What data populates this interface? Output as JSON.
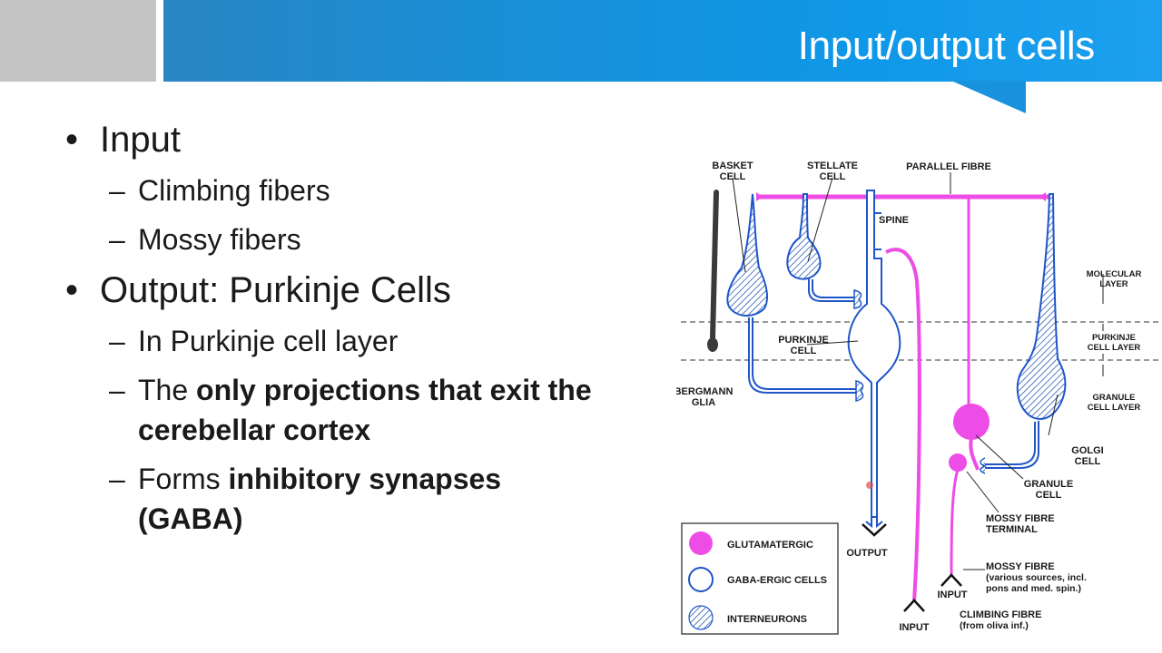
{
  "slide": {
    "title": "Input/output cells",
    "bullets": [
      {
        "text": "Input",
        "children": [
          "Climbing fibers",
          "Mossy fibers"
        ]
      },
      {
        "text": "Output: Purkinje Cells"
      }
    ],
    "sub_output": {
      "layer": "In Purkinje cell layer",
      "proj_pre": "The ",
      "proj_bold1": "only projections that exit the",
      "proj_bold2": "cerebellar cortex",
      "inhib_pre": "Forms ",
      "inhib_bold1": "inhibitory synapses",
      "inhib_bold2": "(GABA)"
    }
  },
  "diagram": {
    "labels": {
      "basket_1": "BASKET",
      "basket_2": "CELL",
      "stellate_1": "STELLATE",
      "stellate_2": "CELL",
      "parallel": "PARALLEL FIBRE",
      "spine": "SPINE",
      "molecular_1": "MOLECULAR",
      "molecular_2": "LAYER",
      "purkinje_layer_1": "PURKINJE",
      "purkinje_layer_2": "CELL LAYER",
      "granule_layer_1": "GRANULE",
      "granule_layer_2": "CELL LAYER",
      "purkinje_cell_1": "PURKINJE",
      "purkinje_cell_2": "CELL",
      "bergmann_1": "BERGMANN",
      "bergmann_2": "GLIA",
      "golgi_1": "GOLGI",
      "golgi_2": "CELL",
      "granule_cell_1": "GRANULE",
      "granule_cell_2": "CELL",
      "mft_1": "MOSSY FIBRE",
      "mft_2": "TERMINAL",
      "output": "OUTPUT",
      "input_mossy": "INPUT",
      "input_climbing": "INPUT",
      "mossy_1": "MOSSY FIBRE",
      "mossy_2": "(various sources, incl.",
      "mossy_3": "pons and med. spin.)",
      "climbing_1": "CLIMBING FIBRE",
      "climbing_2": "(from oliva inf.)"
    },
    "legend": {
      "glut": "GLUTAMATERGIC",
      "gaba": "GABA-ERGIC CELLS",
      "inter": "INTERNEURONS"
    },
    "colors": {
      "glutamatergic": "#ee4ce6",
      "gabaergic": "#1f56c8",
      "glia": "#3a3a3a",
      "accent_blue": "#1892dc"
    }
  }
}
